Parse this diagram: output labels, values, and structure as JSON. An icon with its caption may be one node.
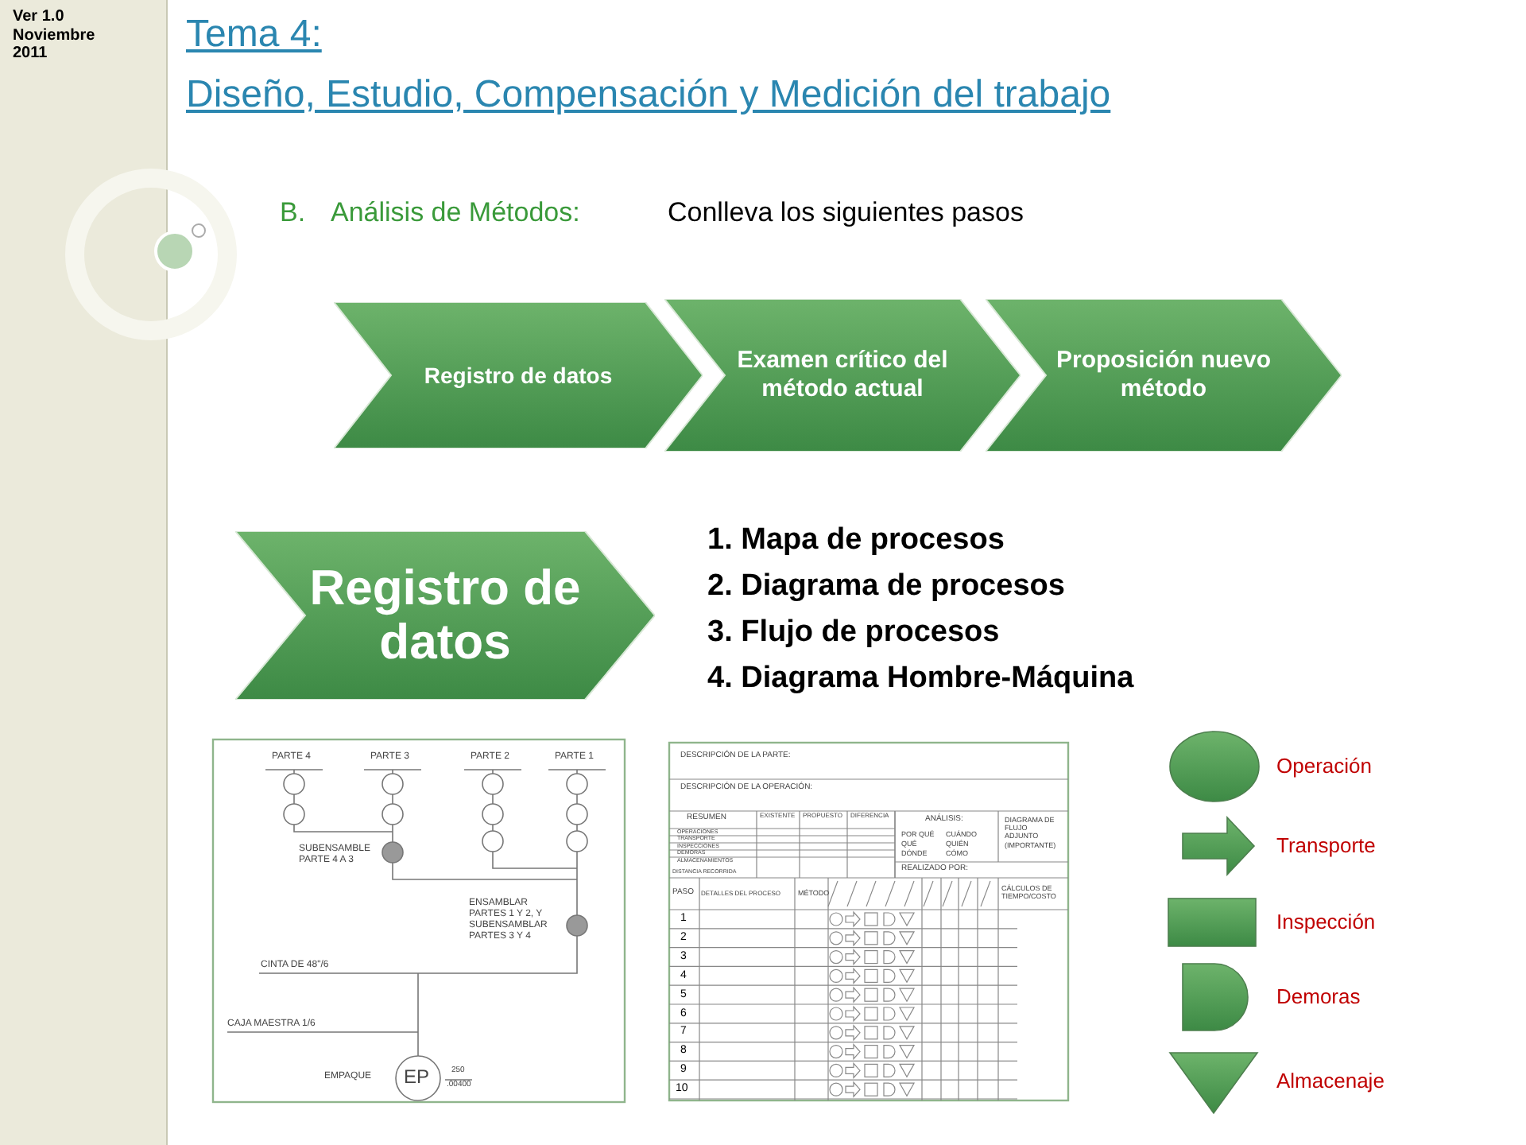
{
  "diagram": {
    "nodes": [
      {
        "text": [
          "Registro de datos"
        ]
      },
      {
        "text": [
          "Examen crítico del método actual"
        ]
      },
      {
        "text": [
          "Proposición nuevo método"
        ]
      },
      {
        "text": [
          "Registro de datos"
        ]
      }
    ],
    "labels": [
      "Ver 1.0 Noviembre 2011",
      "Tema 4:",
      "Diseño, Estudio, Compensación y Medición del trabajo",
      "B.",
      "Análisis de Métodos:",
      "Conlleva los siguientes pasos",
      "1. Mapa de procesos",
      "2. Diagrama de procesos",
      "3. Flujo de procesos",
      "4. Diagrama Hombre-Máquina",
      "PARTE 4",
      "PARTE 3",
      "PARTE 2",
      "PARTE 1",
      "SUBENSAMBLE PARTE 4 A 3",
      "ENSAMBLAR PARTES 1 Y 2, Y SUBENSAMBLAR PARTES 3 Y 4",
      "CINTA DE 48\"/6",
      "CAJA MAESTRA 1/6",
      "EMPAQUE",
      "EP",
      "250",
      ".00400",
      "DESCRIPCIÓN DE LA PARTE:",
      "DESCRIPCIÓN DE LA OPERACIÓN:",
      "RESUMEN",
      "EXISTENTE",
      "PROPUESTO",
      "DIFERENCIA",
      "OPERACIONES",
      "TRANSPORTE",
      "INSPECCIONES",
      "DEMORAS",
      "ALMACENAMIENTOS",
      "DISTANCIA RECORRIDA",
      "ANÁLISIS:",
      "POR QUÉ",
      "CUÁNDO",
      "QUÉ",
      "QUIÉN",
      "DÓNDE",
      "CÓMO",
      "DIAGRAMA DE FLUJO ADJUNTO (IMPORTANTE)",
      "REALIZADO POR:",
      "PASO",
      "DETALLES DEL PROCESO",
      "MÉTODO",
      "CÁLCULOS DE TIEMPO/COSTO",
      "1",
      "2",
      "3",
      "4",
      "5",
      "6",
      "7",
      "8",
      "9",
      "10"
    ],
    "legend": [
      {
        "text": "Operación"
      },
      {
        "text": "Transporte"
      },
      {
        "text": "Inspección"
      },
      {
        "text": "Demoras"
      },
      {
        "text": "Almacenaje"
      }
    ]
  }
}
